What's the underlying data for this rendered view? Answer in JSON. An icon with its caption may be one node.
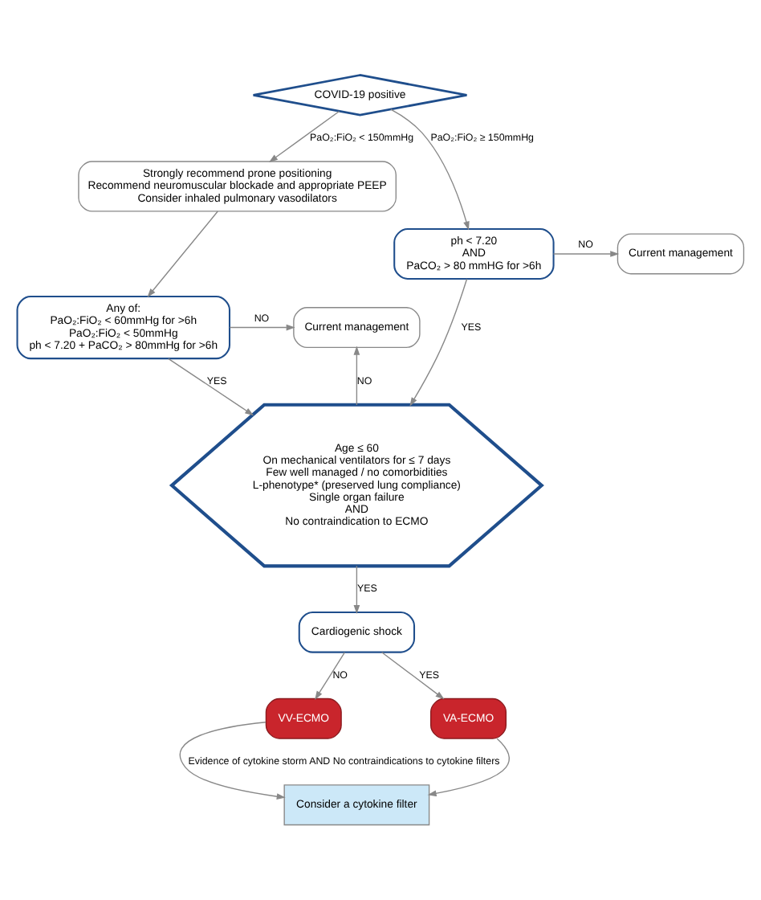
{
  "diagram": {
    "nodes": [
      {
        "text": [
          "COVID-19 positive"
        ]
      },
      {
        "text": [
          "Strongly recommend prone positioning",
          "Recommend neuromuscular blockade and appropriate PEEP",
          "Consider inhaled pulmonary vasodilators"
        ]
      },
      {
        "text": [
          "ph < 7.20",
          "AND",
          "PaCO₂ > 80 mmHG for >6h"
        ]
      },
      {
        "text": [
          "Current management"
        ]
      },
      {
        "text": [
          "Any of:",
          "PaO₂:FiO₂ < 60mmHg for >6h",
          "PaO₂:FiO₂ < 50mmHg",
          "ph < 7.20 + PaCO₂ > 80mmHg for >6h"
        ]
      },
      {
        "text": [
          "Current management"
        ]
      },
      {
        "text": [
          "Age ≤ 60",
          "On mechanical ventilators for ≤ 7 days",
          "Few well managed / no comorbidities",
          "L-phenotype* (preserved lung compliance)",
          "Single organ failure",
          "AND",
          "No contraindication to ECMO"
        ]
      },
      {
        "text": [
          "Cardiogenic shock"
        ]
      },
      {
        "text": [
          "VV-ECMO"
        ]
      },
      {
        "text": [
          "VA-ECMO"
        ]
      },
      {
        "text": [
          "Consider a cytokine filter"
        ]
      }
    ],
    "edges": [
      {
        "from": 0,
        "to": 1,
        "arrow": "to",
        "label": "PaO₂:FiO₂ < 150mmHg"
      },
      {
        "from": 0,
        "to": 2,
        "arrow": "to",
        "label": "PaO₂:FiO₂ ≥ 150mmHg"
      },
      {
        "from": 1,
        "to": 4,
        "arrow": "to"
      },
      {
        "from": 2,
        "to": 3,
        "arrow": "to",
        "label": "NO"
      },
      {
        "from": 4,
        "to": 5,
        "arrow": "to",
        "label": "NO"
      },
      {
        "from": 4,
        "to": 6,
        "arrow": "to",
        "label": "YES"
      },
      {
        "from": 2,
        "to": 6,
        "arrow": "to",
        "label": "YES"
      },
      {
        "from": 6,
        "to": 5,
        "arrow": "to",
        "label": "NO"
      },
      {
        "from": 6,
        "to": 7,
        "arrow": "to",
        "label": "YES"
      },
      {
        "from": 7,
        "to": 8,
        "arrow": "to",
        "label": "NO"
      },
      {
        "from": 7,
        "to": 9,
        "arrow": "to",
        "label": "YES"
      },
      {
        "from": 8,
        "to": 10,
        "arrow": "to",
        "label": "Evidence of cytokine storm AND No contraindications to cytokine filters"
      },
      {
        "from": 9,
        "to": 10,
        "arrow": "to"
      }
    ]
  }
}
